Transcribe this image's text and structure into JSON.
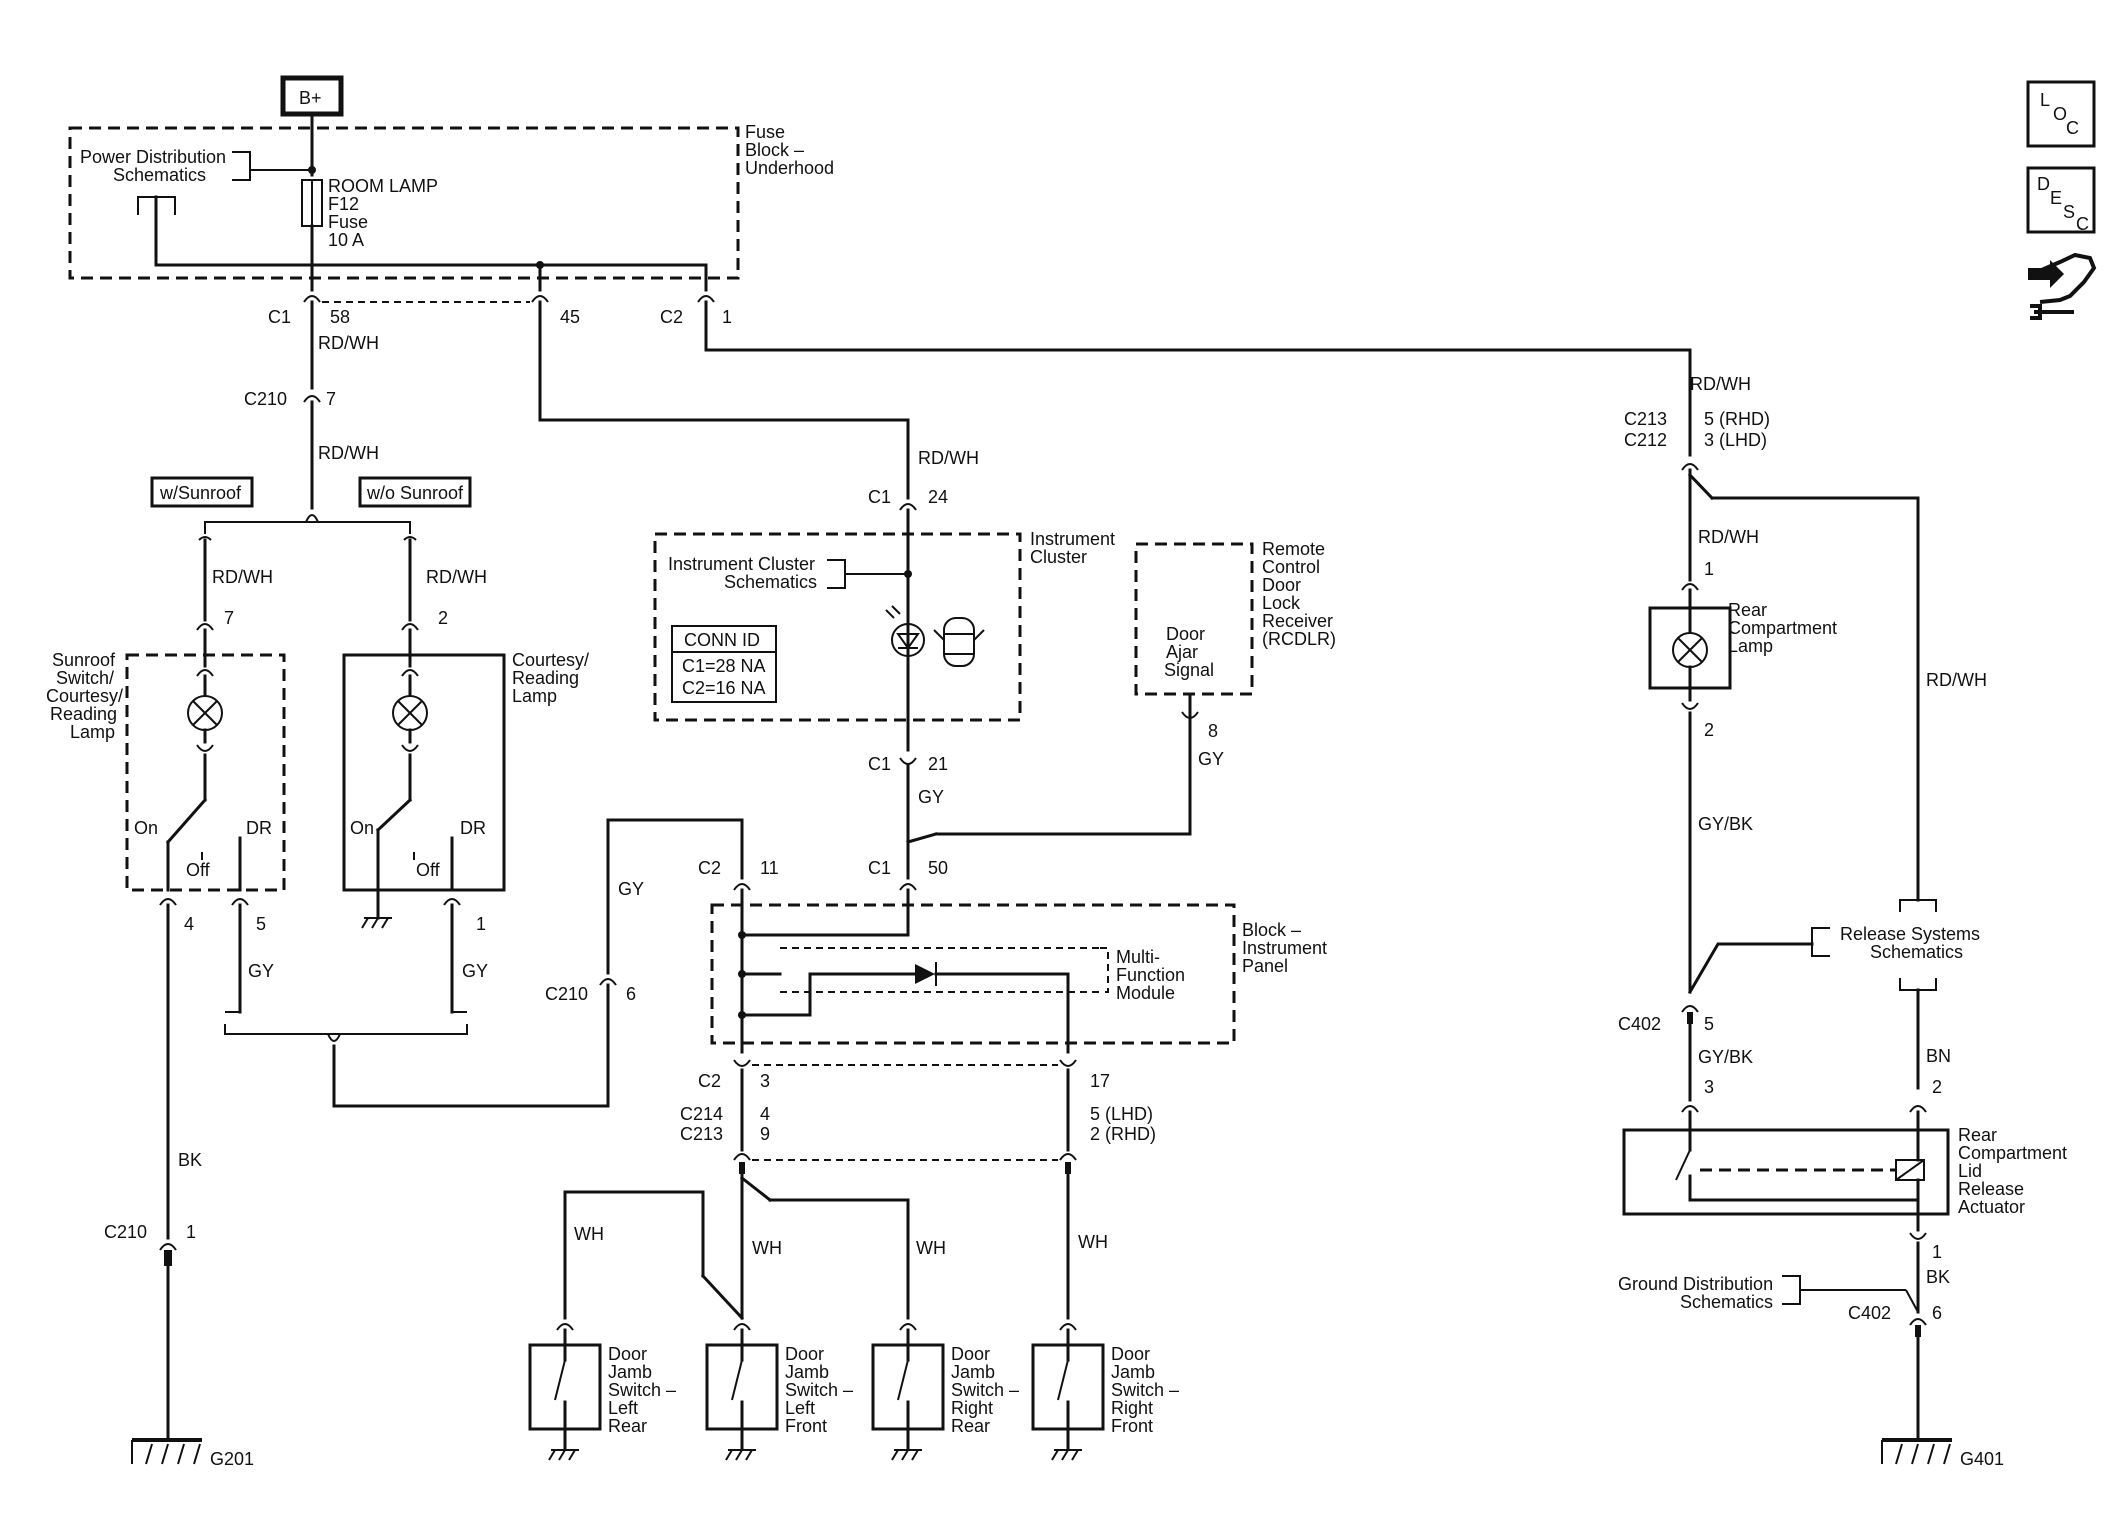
{
  "supply": {
    "bplus": "B+"
  },
  "fuse_block": {
    "name": [
      "Fuse",
      "Block –",
      "Underhood"
    ],
    "pds": [
      "Power Distribution",
      "Schematics"
    ],
    "fuse": [
      "ROOM LAMP",
      "F12",
      "Fuse",
      "10 A"
    ]
  },
  "conn": {
    "c1": "C1",
    "c2": "C2",
    "c210": "C210",
    "c213": "C213",
    "c212": "C212",
    "c214": "C214",
    "c402": "C402",
    "p58": "58",
    "p45": "45",
    "p1": "1",
    "p7": "7",
    "p24": "24",
    "p21": "21",
    "p50": "50",
    "p11": "11",
    "p8": "8",
    "p6": "6",
    "p3": "3",
    "p17": "17",
    "p4": "4",
    "p9": "9",
    "p5lhd": "5 (LHD)",
    "p2rhd": "2 (RHD)",
    "p5rhd": "5 (RHD)",
    "p3lhd": "3 (LHD)",
    "p2": "2",
    "p5": "5"
  },
  "wires": {
    "rdwh": "RD/WH",
    "gy": "GY",
    "bk": "BK",
    "wh": "WH",
    "gybk": "GY/BK",
    "bn": "BN"
  },
  "options": {
    "with_sunroof": "w/Sunroof",
    "without_sunroof": "w/o Sunroof"
  },
  "sunroof_lamp": {
    "name": [
      "Sunroof",
      "Switch/",
      "Courtesy/",
      "Reading",
      "Lamp"
    ],
    "on": "On",
    "off": "Off",
    "dr": "DR"
  },
  "courtesy_lamp": {
    "name": [
      "Courtesy/",
      "Reading",
      "Lamp"
    ],
    "on": "On",
    "off": "Off",
    "dr": "DR"
  },
  "cluster": {
    "name": [
      "Instrument",
      "Cluster"
    ],
    "ref": [
      "Instrument Cluster",
      "Schematics"
    ],
    "conn_id": [
      "CONN ID",
      "C1=28 NA",
      "C2=16 NA"
    ]
  },
  "rcdlr": {
    "name": [
      "Remote",
      "Control",
      "Door",
      "Lock",
      "Receiver",
      "(RCDLR)"
    ],
    "signal": [
      "Door",
      "Ajar",
      "Signal"
    ]
  },
  "block_ip": {
    "name": [
      "Block –",
      "Instrument",
      "Panel"
    ],
    "mfm": [
      "Multi-",
      "Function",
      "Module"
    ]
  },
  "switches": [
    [
      "Door",
      "Jamb",
      "Switch –",
      "Left",
      "Rear"
    ],
    [
      "Door",
      "Jamb",
      "Switch –",
      "Left",
      "Front"
    ],
    [
      "Door",
      "Jamb",
      "Switch –",
      "Right",
      "Rear"
    ],
    [
      "Door",
      "Jamb",
      "Switch –",
      "Right",
      "Front"
    ]
  ],
  "rear_lamp": [
    "Rear",
    "Compartment",
    "Lamp"
  ],
  "release": [
    "Release Systems",
    "Schematics"
  ],
  "actuator": [
    "Rear",
    "Compartment",
    "Lid",
    "Release",
    "Actuator"
  ],
  "ground_ref": [
    "Ground Distribution",
    "Schematics"
  ],
  "grounds": {
    "g201": "G201",
    "g401": "G401"
  },
  "nav": {
    "loc": [
      "L",
      "O",
      "C"
    ],
    "desc": [
      "D",
      "E",
      "S",
      "C"
    ]
  }
}
